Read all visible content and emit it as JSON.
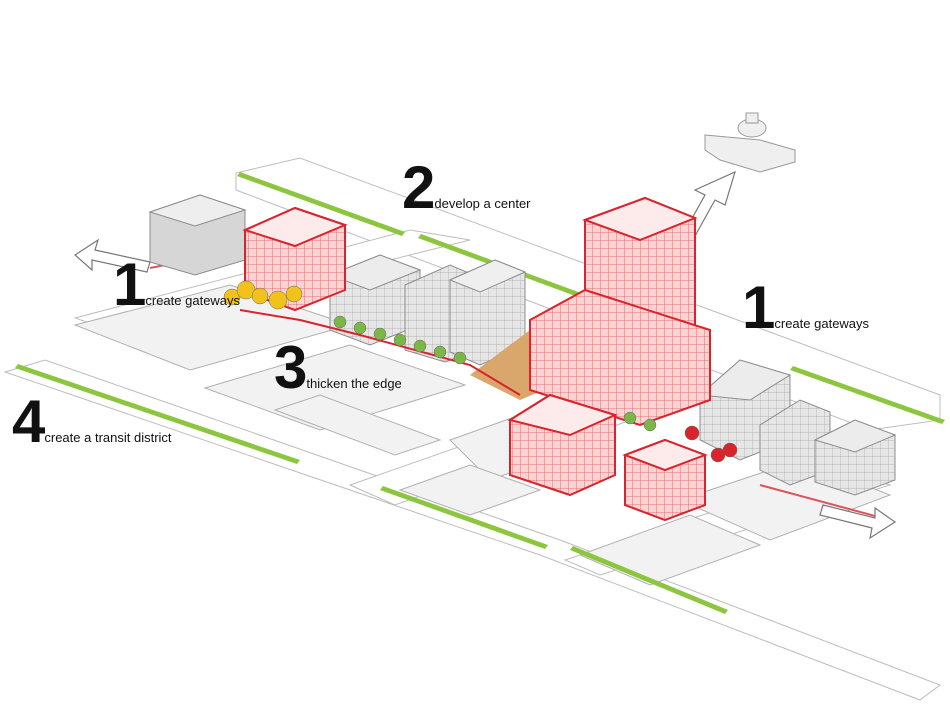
{
  "annotations": [
    {
      "number": "1",
      "text": "create gateways"
    },
    {
      "number": "2",
      "text": "develop a center"
    },
    {
      "number": "1",
      "text": "create gateways"
    },
    {
      "number": "3",
      "text": "thicken the edge"
    },
    {
      "number": "4",
      "text": "create a transit district"
    }
  ],
  "colors": {
    "accent_red": "#d9232d",
    "red_fill": "#f7c3c3",
    "median_green": "#8cc63f",
    "street_gray": "#dcdcdc",
    "plaza_tan": "#d9a66c",
    "tree_yellow": "#f1c21b",
    "tree_green": "#7ab648"
  }
}
